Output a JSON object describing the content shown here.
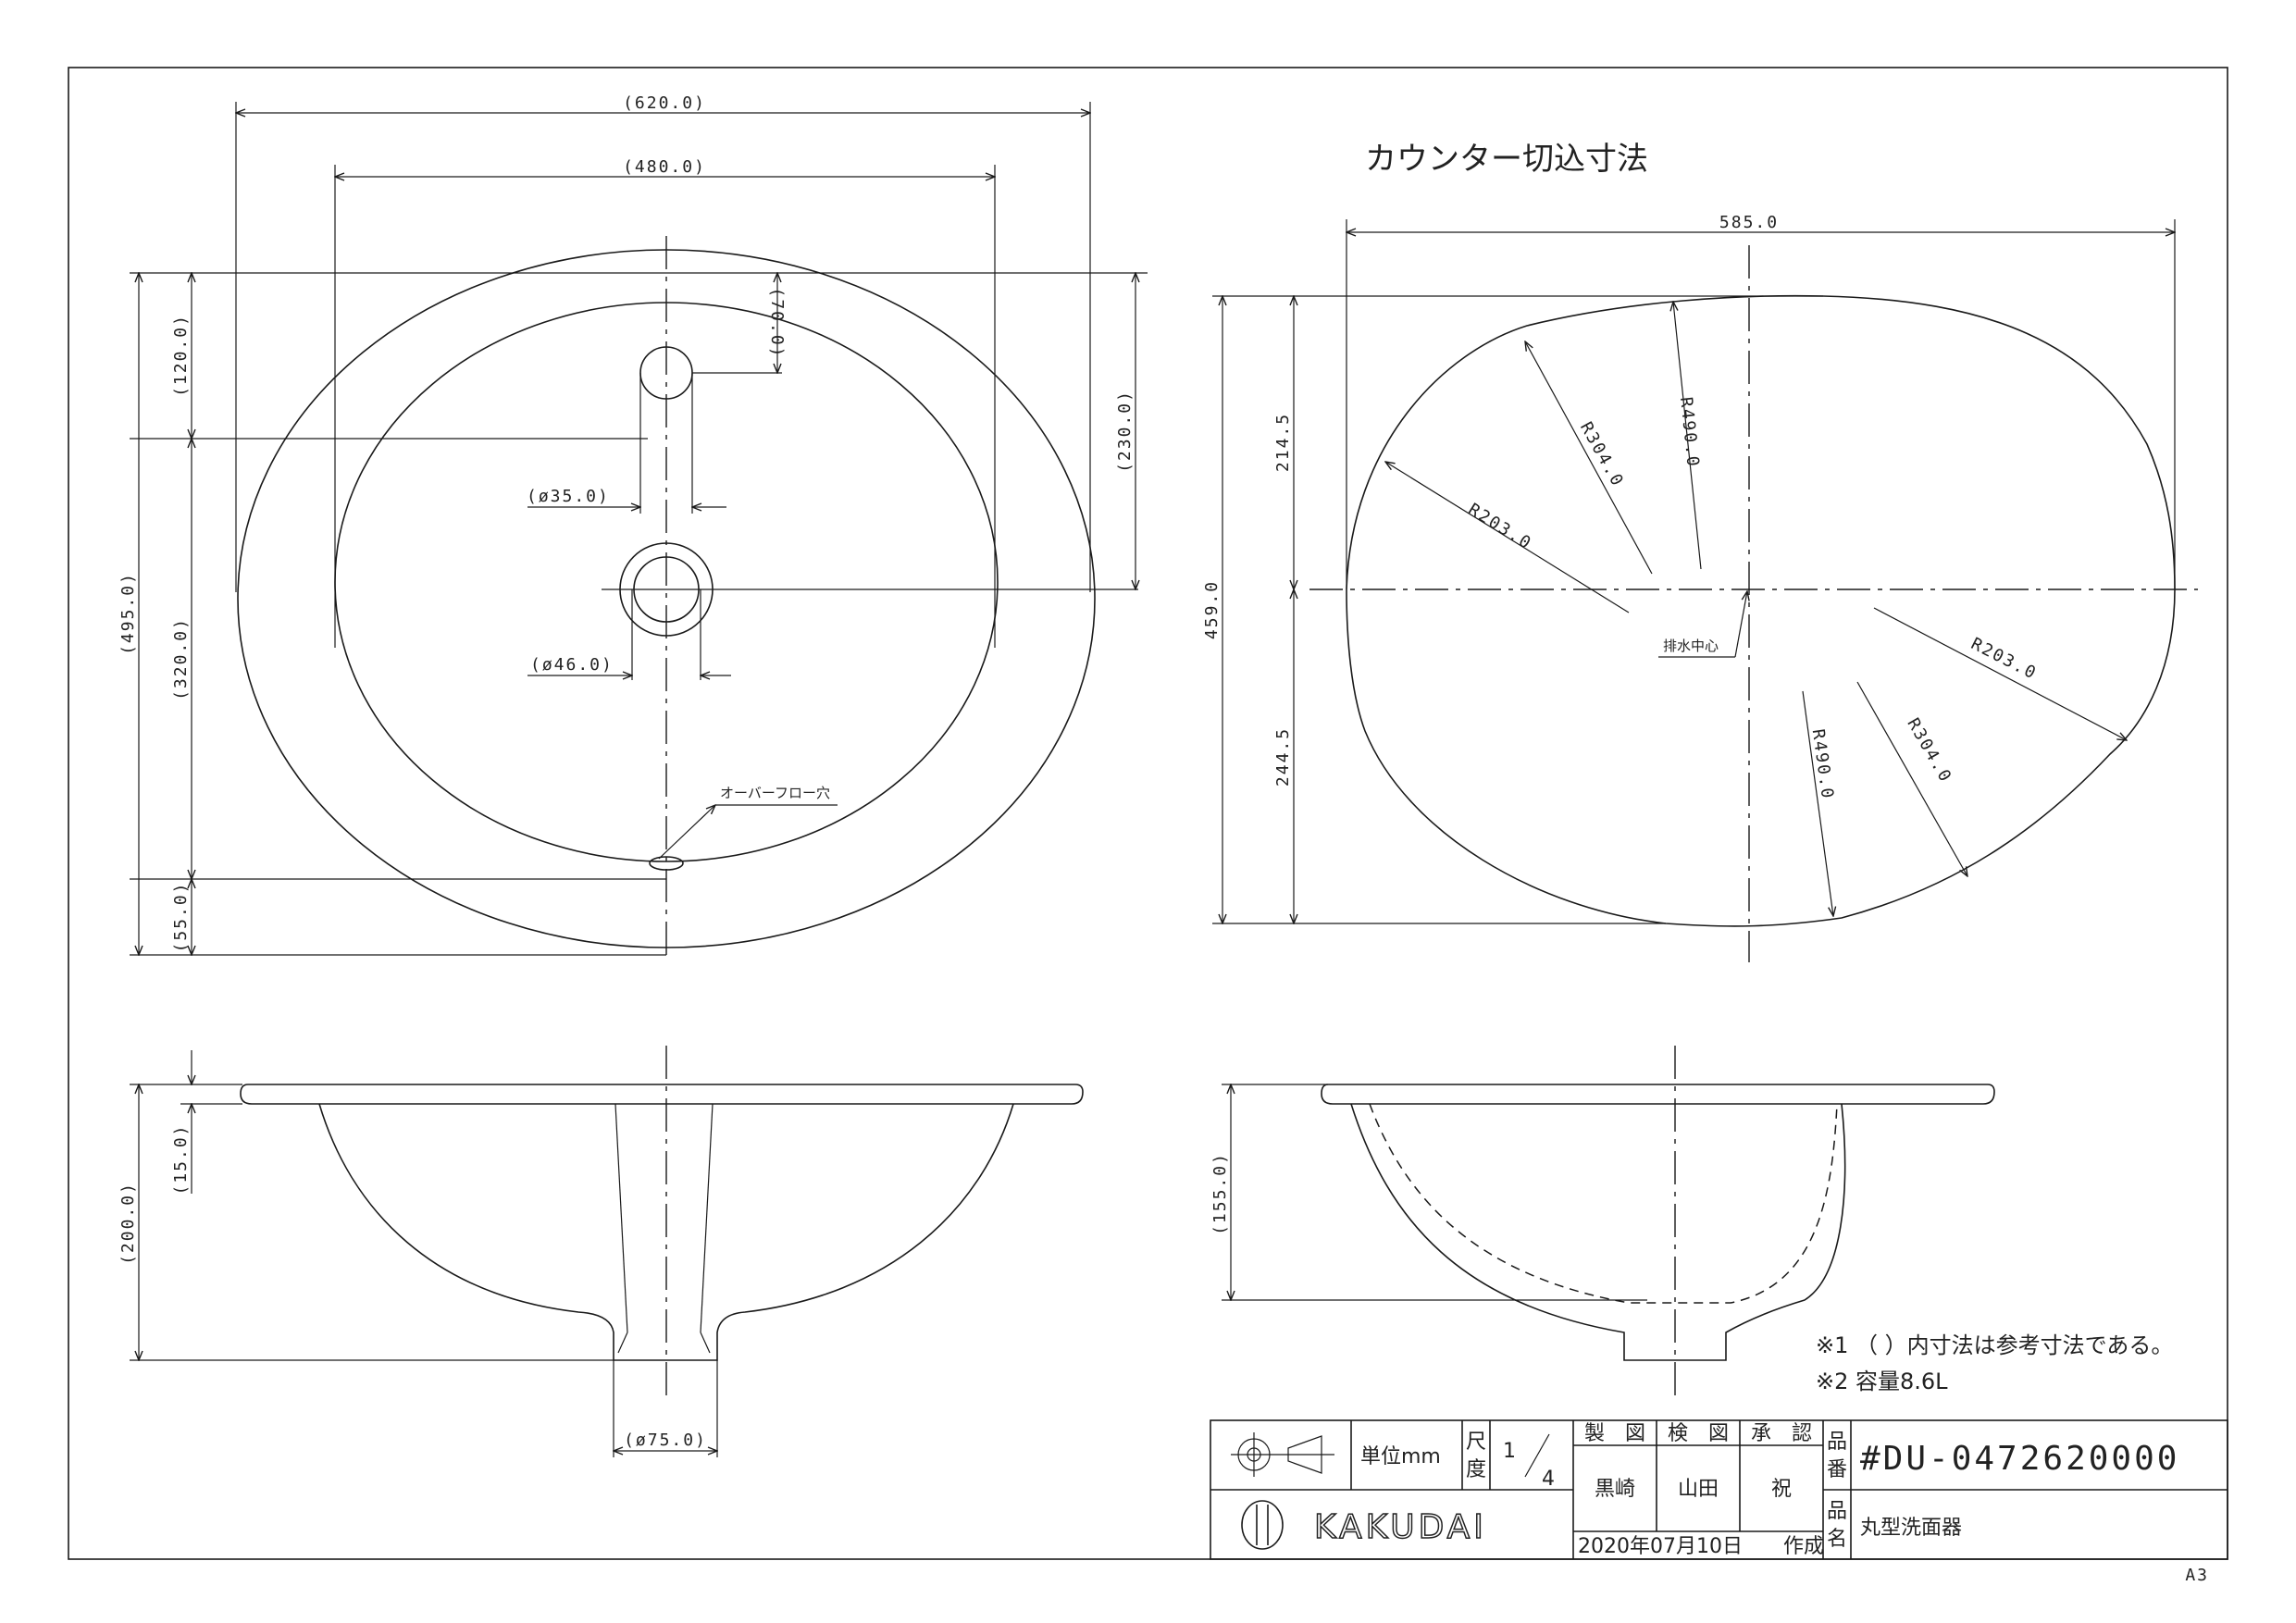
{
  "drawing": {
    "section_title": "カウンター切込寸法",
    "labels": {
      "overflow": "オーバーフロー穴",
      "drain_center": "排水中心"
    },
    "dims_top": {
      "width_outer": "(620.0)",
      "width_inner": "(480.0)",
      "d120": "(120.0)",
      "d70": "(70.0)",
      "d230": "(230.0)",
      "d495": "(495.0)",
      "d320": "(320.0)",
      "d55": "(55.0)",
      "phi35": "(ø35.0)",
      "phi46": "(ø46.0)"
    },
    "dims_cutout": {
      "width": "585.0",
      "height": "459.0",
      "upper": "214.5",
      "lower": "244.5",
      "r490a": "R490.0",
      "r304a": "R304.0",
      "r203a": "R203.0",
      "r203b": "R203.0",
      "r304b": "R304.0",
      "r490b": "R490.0"
    },
    "dims_front": {
      "d15": "(15.0)",
      "d200": "(200.0)",
      "phi75": "(ø75.0)"
    },
    "dims_side": {
      "d155": "(155.0)"
    },
    "notes": [
      "※1  （ ）内寸法は参考寸法である。",
      "※2  容量8.6L"
    ]
  },
  "title_block": {
    "unit_label": "単位mm",
    "scale_label_1": "尺",
    "scale_label_2": "度",
    "scale_num": "1",
    "scale_den": "4",
    "made_by_label": "製　図",
    "checked_label": "検　図",
    "approved_label": "承　認",
    "made_by": "黒崎",
    "checked": "山田",
    "approved": "祝",
    "date": "2020年07月10日",
    "created_label": "作成",
    "part_no_label_1": "品",
    "part_no_label_2": "番",
    "part_name_label_1": "品",
    "part_name_label_2": "名",
    "part_no": "#DU-0472620000",
    "part_name": "丸型洗面器",
    "brand": "KAKUDAI",
    "sheet_size": "A3"
  }
}
